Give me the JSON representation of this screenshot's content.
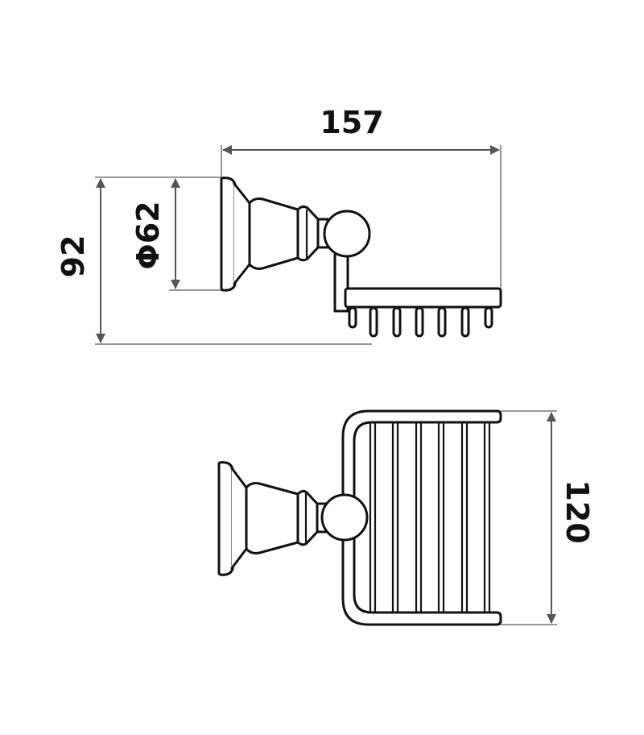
{
  "drawing": {
    "side_view": {
      "width_dimension": "157",
      "height_dimension": "92",
      "diameter_dimension": "Φ62"
    },
    "top_view": {
      "depth_dimension": "120"
    },
    "pin_count": 7,
    "bar_pair_count": 6,
    "colors": {
      "line": "#111111",
      "dimension": "#555555",
      "background": "#ffffff"
    }
  }
}
